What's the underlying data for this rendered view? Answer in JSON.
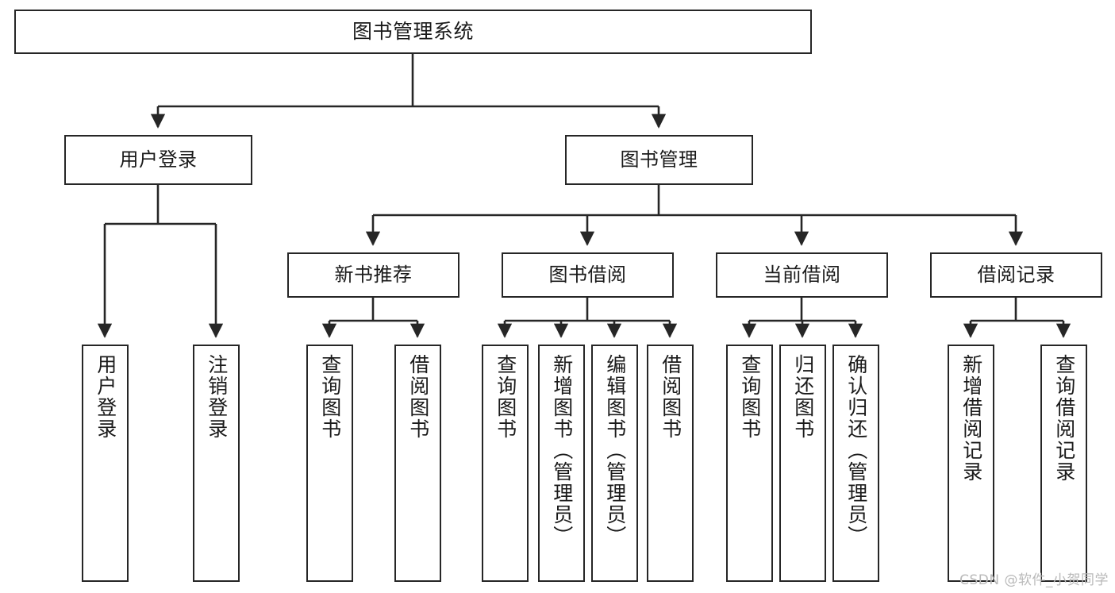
{
  "diagram": {
    "title": "图书管理系统",
    "type": "tree-hierarchy",
    "orientation": "top-down",
    "colors": {
      "box_border": "#262626",
      "box_fill": "#ffffff",
      "connector": "#262626",
      "text": "#1a1a1a",
      "watermark": "#b9b9b9",
      "background": "#ffffff"
    },
    "levels": [
      {
        "level": 1,
        "nodes": [
          {
            "id": "root",
            "label": "图书管理系统",
            "text_direction": "horizontal"
          }
        ]
      },
      {
        "level": 2,
        "nodes": [
          {
            "id": "user-login",
            "label": "用户登录",
            "parent": "root",
            "text_direction": "horizontal"
          },
          {
            "id": "book-manage",
            "label": "图书管理",
            "parent": "root",
            "text_direction": "horizontal"
          }
        ]
      },
      {
        "level": 3,
        "nodes": [
          {
            "id": "new-book-recommend",
            "label": "新书推荐",
            "parent": "book-manage",
            "text_direction": "horizontal"
          },
          {
            "id": "book-borrow",
            "label": "图书借阅",
            "parent": "book-manage",
            "text_direction": "horizontal"
          },
          {
            "id": "current-borrow",
            "label": "当前借阅",
            "parent": "book-manage",
            "text_direction": "horizontal"
          },
          {
            "id": "borrow-record",
            "label": "借阅记录",
            "parent": "book-manage",
            "text_direction": "horizontal"
          }
        ]
      },
      {
        "level": 4,
        "nodes": [
          {
            "id": "leaf-user-login",
            "label": "用户登录",
            "parent": "user-login",
            "text_direction": "vertical"
          },
          {
            "id": "leaf-logout-login",
            "label": "注销登录",
            "parent": "user-login",
            "text_direction": "vertical"
          },
          {
            "id": "leaf-query-book-1",
            "label": "查询图书",
            "parent": "new-book-recommend",
            "text_direction": "vertical"
          },
          {
            "id": "leaf-borrow-book-1",
            "label": "借阅图书",
            "parent": "new-book-recommend",
            "text_direction": "vertical"
          },
          {
            "id": "leaf-query-book-2",
            "label": "查询图书",
            "parent": "book-borrow",
            "text_direction": "vertical"
          },
          {
            "id": "leaf-add-book",
            "label": "新增图书（管理员）",
            "parent": "book-borrow",
            "text_direction": "vertical"
          },
          {
            "id": "leaf-edit-book",
            "label": "编辑图书（管理员）",
            "parent": "book-borrow",
            "text_direction": "vertical"
          },
          {
            "id": "leaf-borrow-book-2",
            "label": "借阅图书",
            "parent": "book-borrow",
            "text_direction": "vertical"
          },
          {
            "id": "leaf-query-book-3",
            "label": "查询图书",
            "parent": "current-borrow",
            "text_direction": "vertical"
          },
          {
            "id": "leaf-return-book",
            "label": "归还图书",
            "parent": "current-borrow",
            "text_direction": "vertical"
          },
          {
            "id": "leaf-confirm-return",
            "label": "确认归还（管理员）",
            "parent": "current-borrow",
            "text_direction": "vertical"
          },
          {
            "id": "leaf-add-record",
            "label": "新增借阅记录",
            "parent": "borrow-record",
            "text_direction": "vertical"
          },
          {
            "id": "leaf-query-record",
            "label": "查询借阅记录",
            "parent": "borrow-record",
            "text_direction": "vertical"
          }
        ]
      }
    ],
    "edges": [
      {
        "from": "root",
        "to": "user-login"
      },
      {
        "from": "root",
        "to": "book-manage"
      },
      {
        "from": "book-manage",
        "to": "new-book-recommend"
      },
      {
        "from": "book-manage",
        "to": "book-borrow"
      },
      {
        "from": "book-manage",
        "to": "current-borrow"
      },
      {
        "from": "book-manage",
        "to": "borrow-record"
      },
      {
        "from": "user-login",
        "to": "leaf-user-login"
      },
      {
        "from": "user-login",
        "to": "leaf-logout-login"
      },
      {
        "from": "new-book-recommend",
        "to": "leaf-query-book-1"
      },
      {
        "from": "new-book-recommend",
        "to": "leaf-borrow-book-1"
      },
      {
        "from": "book-borrow",
        "to": "leaf-query-book-2"
      },
      {
        "from": "book-borrow",
        "to": "leaf-add-book"
      },
      {
        "from": "book-borrow",
        "to": "leaf-edit-book"
      },
      {
        "from": "book-borrow",
        "to": "leaf-borrow-book-2"
      },
      {
        "from": "current-borrow",
        "to": "leaf-query-book-3"
      },
      {
        "from": "current-borrow",
        "to": "leaf-return-book"
      },
      {
        "from": "current-borrow",
        "to": "leaf-confirm-return"
      },
      {
        "from": "borrow-record",
        "to": "leaf-add-record"
      },
      {
        "from": "borrow-record",
        "to": "leaf-query-record"
      }
    ]
  },
  "watermark": {
    "text": "CSDN @软件_小贺同学"
  }
}
